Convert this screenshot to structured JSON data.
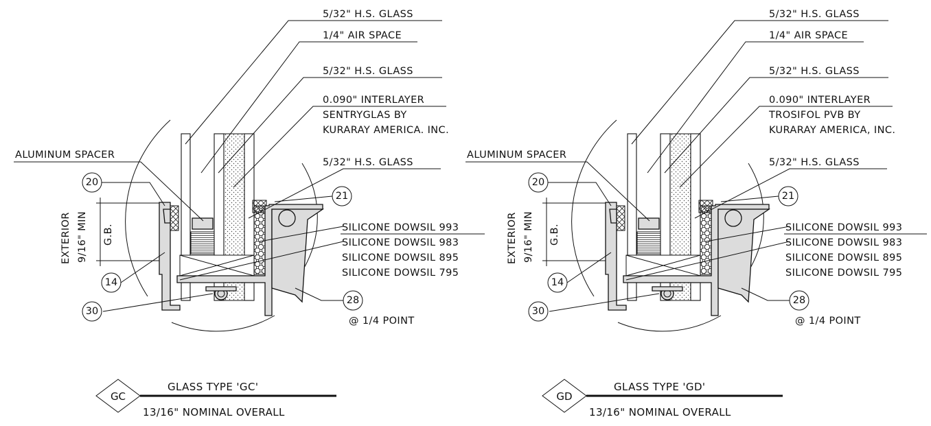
{
  "details": [
    {
      "labels": {
        "glass_outer": "5/32\" H.S. GLASS",
        "air_space": "1/4\" AIR SPACE",
        "glass_mid": "5/32\" H.S. GLASS",
        "interlayer": "0.090\" INTERLAYER",
        "interlayer_material": "SENTRYGLAS BY",
        "manufacturer": "KURARAY AMERICA. INC.",
        "glass_inner": "5/32\" H.S. GLASS",
        "spacer": "ALUMINUM SPACER",
        "silicones": [
          "SILICONE DOWSIL 993",
          "SILICONE DOWSIL 983",
          "SILICONE DOWSIL 895",
          "SILICONE DOWSIL 795"
        ],
        "exterior": "EXTERIOR",
        "bite_min": "9/16\" MIN",
        "bite_gb": "G.B.",
        "quarter_point": "@ 1/4 POINT"
      },
      "tags": [
        "20",
        "21",
        "14",
        "28",
        "30"
      ],
      "glass_type": {
        "code": "GC",
        "title": "GLASS TYPE 'GC'",
        "nominal": "13/16\" NOMINAL OVERALL"
      }
    },
    {
      "labels": {
        "glass_outer": "5/32\" H.S. GLASS",
        "air_space": "1/4\" AIR SPACE",
        "glass_mid": "5/32\" H.S. GLASS",
        "interlayer": "0.090\" INTERLAYER",
        "interlayer_material": "TROSIFOL PVB BY",
        "manufacturer": "KURARAY AMERICA, INC.",
        "glass_inner": "5/32\" H.S. GLASS",
        "spacer": "ALUMINUM SPACER",
        "silicones": [
          "SILICONE DOWSIL 993",
          "SILICONE DOWSIL 983",
          "SILICONE DOWSIL 895",
          "SILICONE DOWSIL 795"
        ],
        "exterior": "EXTERIOR",
        "bite_min": "9/16\" MIN",
        "bite_gb": "G.B.",
        "quarter_point": "@ 1/4 POINT"
      },
      "tags": [
        "20",
        "21",
        "14",
        "28",
        "30"
      ],
      "glass_type": {
        "code": "GD",
        "title": "GLASS TYPE 'GD'",
        "nominal": "13/16\" NOMINAL OVERALL"
      }
    }
  ]
}
